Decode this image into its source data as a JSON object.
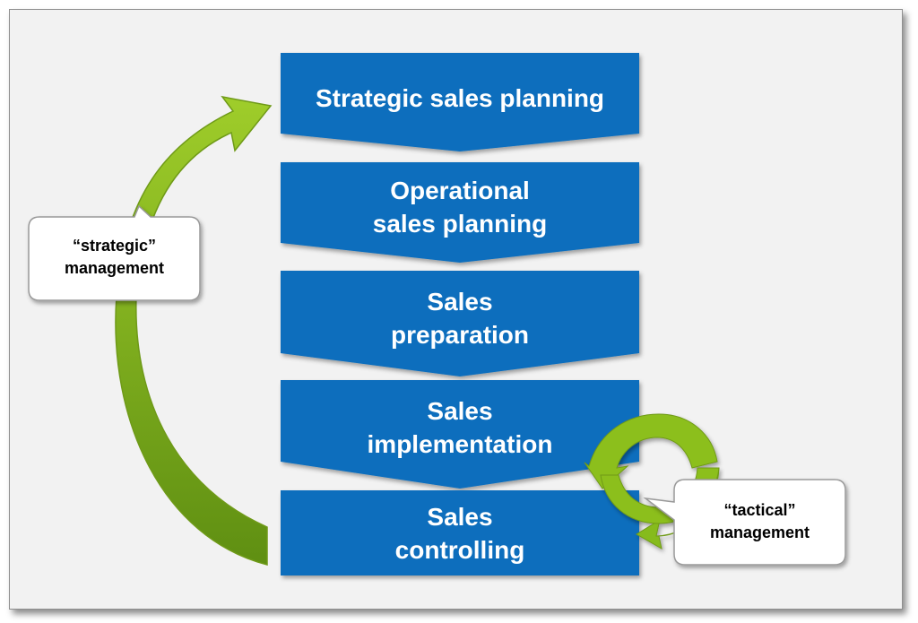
{
  "stages": [
    {
      "lines": [
        "Strategic sales planning"
      ]
    },
    {
      "lines": [
        "Operational",
        "sales planning"
      ]
    },
    {
      "lines": [
        "Sales",
        "preparation"
      ]
    },
    {
      "lines": [
        "Sales",
        "implementation"
      ]
    },
    {
      "lines": [
        "Sales",
        "controlling"
      ]
    }
  ],
  "callouts": {
    "strategic": {
      "lines": [
        "“strategic”",
        "management"
      ]
    },
    "tactical": {
      "lines": [
        "“tactical”",
        "management"
      ]
    }
  },
  "colors": {
    "stage_fill": "#0a6ebd",
    "arrow_green": "#8cbf1f",
    "arrow_green_dark": "#5f8a12",
    "frame_background": "#f2f2f2"
  }
}
